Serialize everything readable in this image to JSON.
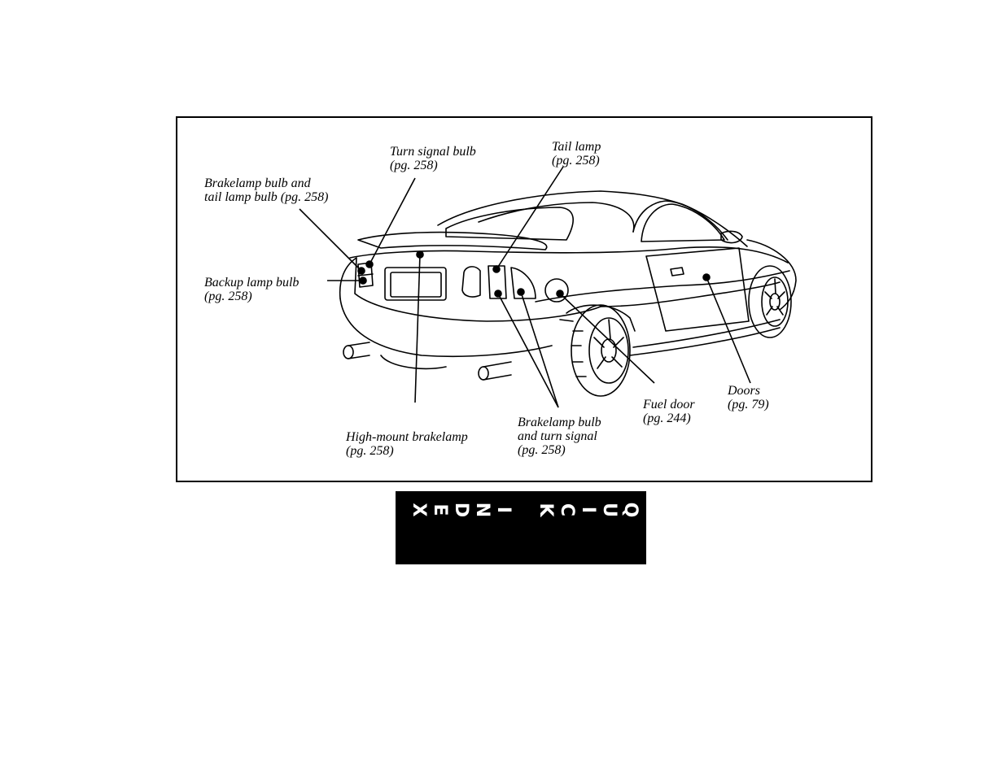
{
  "diagram": {
    "labels": {
      "brakelamp_tail": [
        "Brakelamp bulb and",
        "tail lamp bulb (pg. 258)"
      ],
      "turn_signal": [
        "Turn signal bulb",
        "(pg. 258)"
      ],
      "tail_lamp": [
        "Tail lamp",
        "(pg. 258)"
      ],
      "backup_lamp": [
        "Backup lamp bulb",
        "(pg. 258)"
      ],
      "high_mount": [
        "High-mount brakelamp",
        "(pg. 258)"
      ],
      "brakelamp_turn": [
        "Brakelamp bulb",
        "and turn signal",
        "(pg. 258)"
      ],
      "fuel_door": [
        "Fuel door",
        "(pg. 244)"
      ],
      "doors": [
        "Doors",
        "(pg. 79)"
      ]
    }
  },
  "quick_index": {
    "letters": [
      "Q",
      "U",
      "I",
      "C",
      "K",
      "I",
      "N",
      "D",
      "E",
      "X"
    ]
  },
  "colors": {
    "ink": "#000000",
    "paper": "#ffffff"
  }
}
